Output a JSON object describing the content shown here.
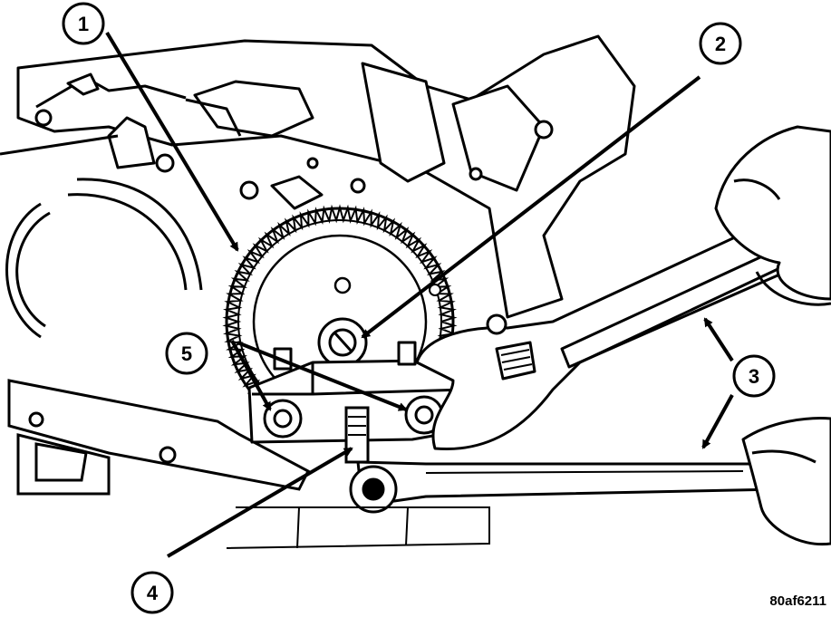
{
  "callouts": [
    {
      "id": "1",
      "label": "1"
    },
    {
      "id": "2",
      "label": "2"
    },
    {
      "id": "3",
      "label": "3"
    },
    {
      "id": "4",
      "label": "4"
    },
    {
      "id": "5",
      "label": "5"
    }
  ],
  "figure_code": "80af6211",
  "colors": {
    "ink": "#000000",
    "paper": "#ffffff",
    "shade": "#9a9a9a"
  }
}
